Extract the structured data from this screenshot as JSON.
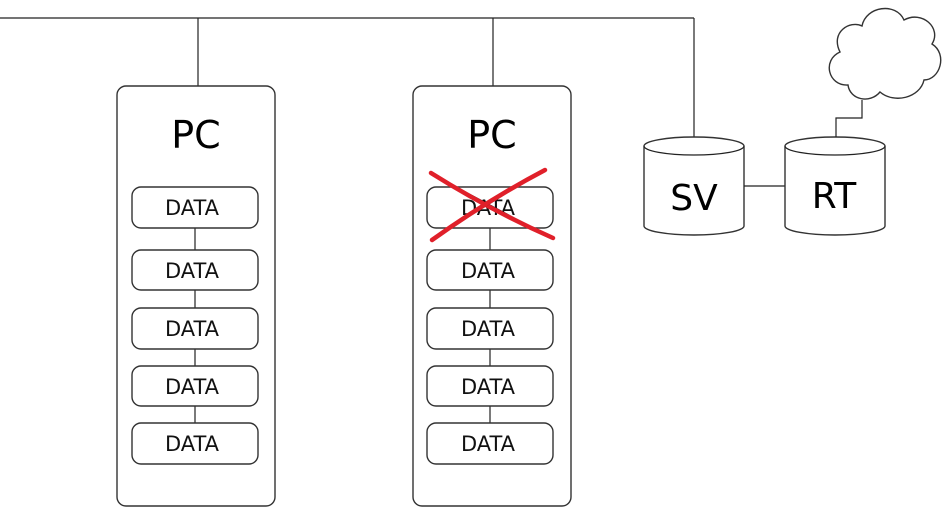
{
  "pcs": [
    {
      "label": "PC",
      "data_items": [
        "DATA",
        "DATA",
        "DATA",
        "DATA",
        "DATA"
      ],
      "crossed_out": []
    },
    {
      "label": "PC",
      "data_items": [
        "DATA",
        "DATA",
        "DATA",
        "DATA",
        "DATA"
      ],
      "crossed_out": [
        0
      ]
    }
  ],
  "server": {
    "label": "SV"
  },
  "router": {
    "label": "RT"
  },
  "colors": {
    "stroke": "#333333",
    "cross": "#e0202a"
  },
  "icons": {
    "cloud": "cloud-icon",
    "cross": "x-mark-icon"
  }
}
